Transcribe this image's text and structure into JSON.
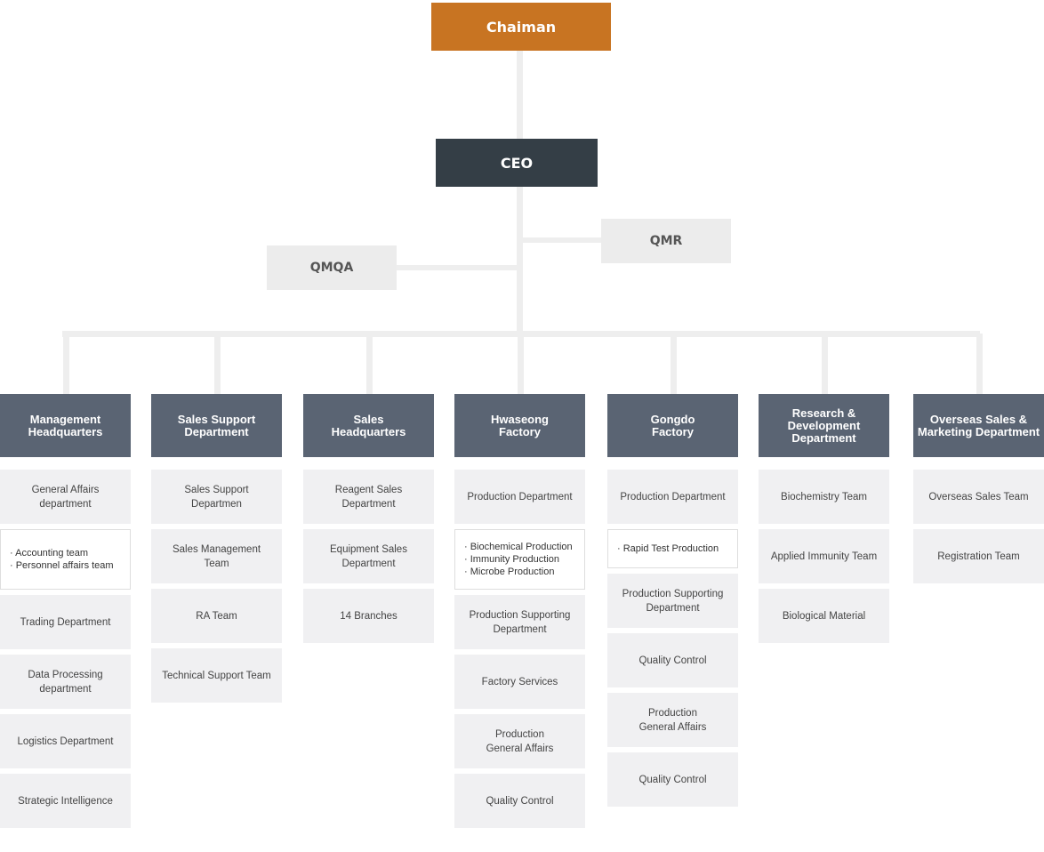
{
  "chairman": "Chaiman",
  "ceo": "CEO",
  "qmqa": "QMQA",
  "qmr": "QMR",
  "departments": [
    {
      "name": "Management\nHeadquarters",
      "items": [
        {
          "kind": "team",
          "text": "General Affairs\ndepartment"
        },
        {
          "kind": "sub",
          "text": "· Accounting team\n· Personnel affairs team"
        },
        {
          "kind": "team",
          "text": "Trading Department"
        },
        {
          "kind": "team",
          "text": "Data Processing\ndepartment"
        },
        {
          "kind": "team",
          "text": "Logistics Department"
        },
        {
          "kind": "team",
          "text": "Strategic Intelligence"
        }
      ]
    },
    {
      "name": "Sales Support\nDepartment",
      "items": [
        {
          "kind": "team",
          "text": "Sales Support\nDepartmen"
        },
        {
          "kind": "team",
          "text": "Sales Management\nTeam"
        },
        {
          "kind": "team",
          "text": "RA Team"
        },
        {
          "kind": "team",
          "text": "Technical Support Team"
        }
      ]
    },
    {
      "name": "Sales\nHeadquarters",
      "items": [
        {
          "kind": "team",
          "text": "Reagent Sales\nDepartment"
        },
        {
          "kind": "team",
          "text": "Equipment Sales\nDepartment"
        },
        {
          "kind": "team",
          "text": "14 Branches"
        }
      ]
    },
    {
      "name": "Hwaseong\nFactory",
      "items": [
        {
          "kind": "team",
          "text": "Production Department"
        },
        {
          "kind": "sub",
          "text": "· Biochemical Production\n· Immunity Production\n· Microbe Production"
        },
        {
          "kind": "team",
          "text": "Production Supporting\nDepartment"
        },
        {
          "kind": "team",
          "text": "Factory Services"
        },
        {
          "kind": "team",
          "text": "Production\nGeneral Affairs"
        },
        {
          "kind": "team",
          "text": "Quality Control"
        }
      ]
    },
    {
      "name": "Gongdo\nFactory",
      "items": [
        {
          "kind": "team",
          "text": "Production Department"
        },
        {
          "kind": "sub",
          "text": "· Rapid Test Production"
        },
        {
          "kind": "team",
          "text": "Production Supporting\nDepartment"
        },
        {
          "kind": "team",
          "text": "Quality Control"
        },
        {
          "kind": "team",
          "text": "Production\nGeneral Affairs"
        },
        {
          "kind": "team",
          "text": "Quality Control"
        }
      ]
    },
    {
      "name": "Research &\nDevelopment\nDepartment",
      "items": [
        {
          "kind": "team",
          "text": "Biochemistry Team"
        },
        {
          "kind": "team",
          "text": "Applied Immunity Team"
        },
        {
          "kind": "team",
          "text": "Biological Material"
        }
      ]
    },
    {
      "name": "Overseas Sales &\nMarketing Department",
      "items": [
        {
          "kind": "team",
          "text": "Overseas Sales Team"
        },
        {
          "kind": "team",
          "text": "Registration Team"
        }
      ]
    }
  ]
}
